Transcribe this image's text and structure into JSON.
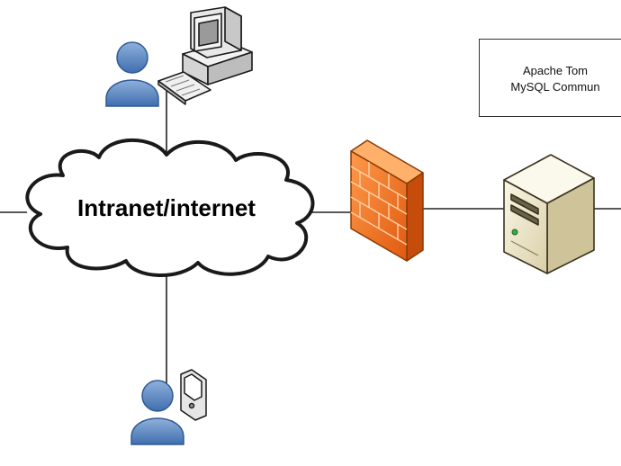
{
  "cloud": {
    "label": "Intranet/internet"
  },
  "server_note": {
    "line1": "Apache Tom",
    "line2": "MySQL Commun"
  },
  "colors": {
    "user": "#5b86c0",
    "firewall": "#f07a2a",
    "server": "#e8e0c4",
    "line": "#222222"
  },
  "icons": [
    "desktop-user-icon",
    "desktop-computer-icon",
    "keyboard-icon",
    "mobile-user-icon",
    "mobile-phone-icon",
    "firewall-icon",
    "server-icon",
    "cloud-icon"
  ]
}
